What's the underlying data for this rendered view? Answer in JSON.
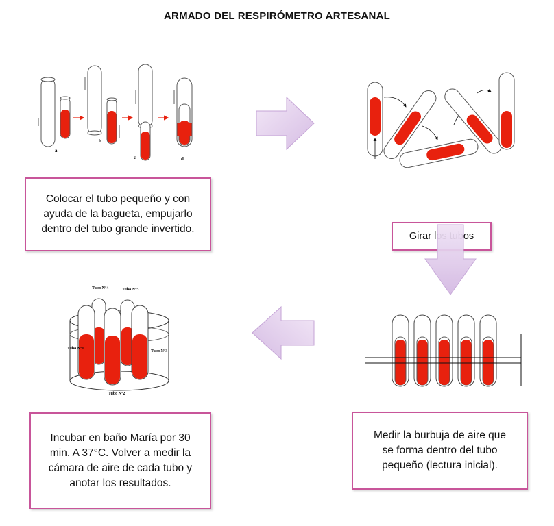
{
  "title": "ARMADO DEL RESPIRÓMETRO ARTESANAL",
  "steps": {
    "step1": "Colocar el tubo pequeño y con ayuda de la bagueta, empujarlo dentro del tubo grande invertido.",
    "step2": "Girar los tubos",
    "step3": "Medir la burbuja de aire que se forma dentro del tubo pequeño (lectura inicial).",
    "step4": "Incubar en baño María por 30 min. A 37°C. Volver a medir la cámara de aire de cada tubo y anotar los resultados."
  },
  "diagram1_labels": [
    "a",
    "b",
    "c",
    "d"
  ],
  "bath_labels": {
    "tube4": "Tubo N°4",
    "tube5": "Tubo N°5",
    "tube1": "Tubo N°1",
    "tube3": "Tubo N°3",
    "tube2": "Tubo N°2"
  },
  "colors": {
    "liquid": "#e8210e",
    "arrow_fill": "#e6d3ee",
    "arrow_stroke": "#b98fcc",
    "box_border": "#c8559a"
  }
}
